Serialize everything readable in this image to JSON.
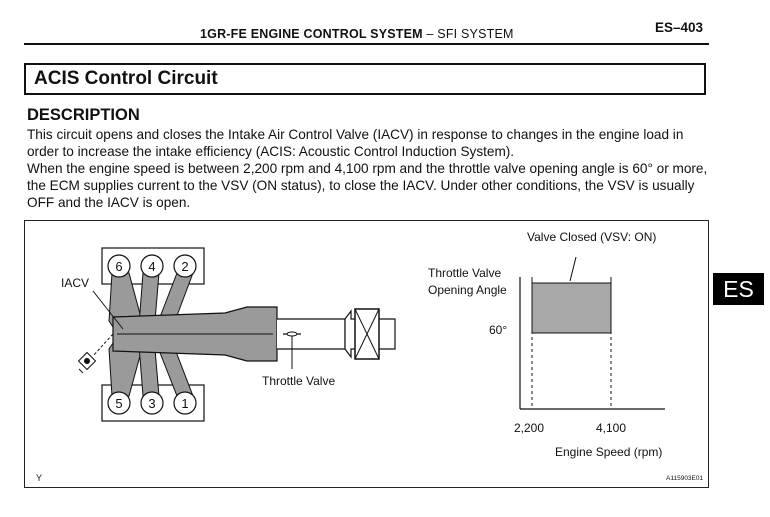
{
  "header": {
    "title": "1GR-FE ENGINE CONTROL SYSTEM",
    "separator": "–",
    "subtitle": "SFI SYSTEM",
    "page_number": "ES–403"
  },
  "section_title": "ACIS Control Circuit",
  "description": {
    "heading": "DESCRIPTION",
    "paragraphs": [
      "This circuit opens and closes the Intake Air Control Valve (IACV) in response to changes in the engine load in order to increase the intake efficiency (ACIS: Acoustic Control Induction System).",
      "When the engine speed is between 2,200 rpm and 4,100 rpm and the throttle valve opening angle is 60° or more, the ECM supplies current to the VSV (ON status), to close the IACV. Under other conditions, the VSV is usually OFF and the IACV is open."
    ]
  },
  "figure": {
    "iacv_label": "IACV",
    "throttle_valve_label": "Throttle Valve",
    "cylinders_top": [
      "6",
      "4",
      "2"
    ],
    "cylinders_bottom": [
      "5",
      "3",
      "1"
    ],
    "graph": {
      "valve_closed_label": "Valve Closed (VSV: ON)",
      "y_label_line1": "Throttle Valve",
      "y_label_line2": "Opening Angle",
      "y_tick": "60°",
      "x_tick_1": "2,200",
      "x_tick_2": "4,100",
      "x_label": "Engine Speed (rpm)"
    },
    "corner_mark": "Y",
    "figure_id": "A115903E01"
  },
  "side_tab": "ES"
}
